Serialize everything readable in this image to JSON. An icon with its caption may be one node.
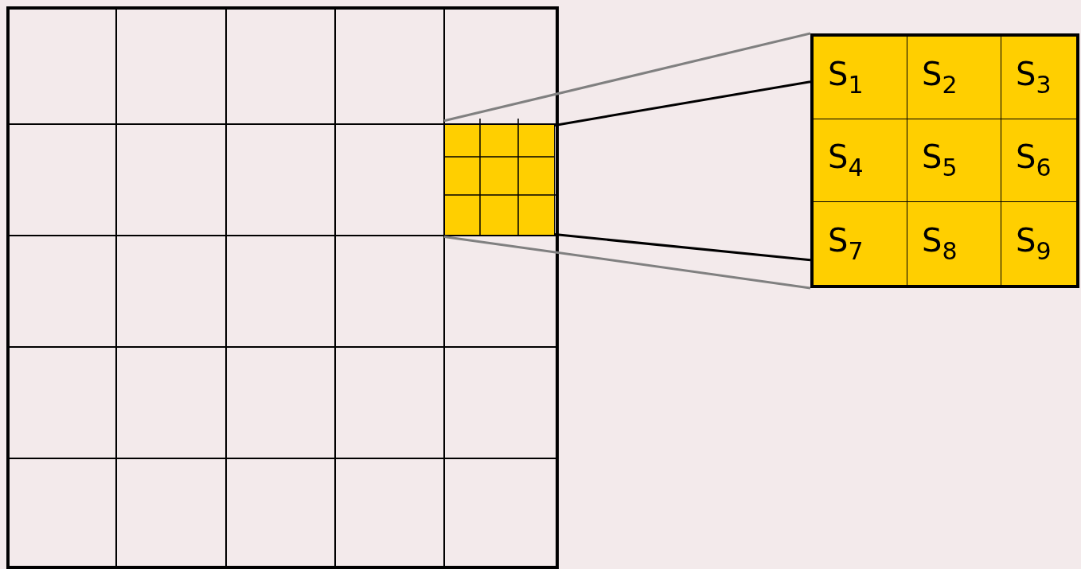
{
  "diagram": {
    "nodes": [
      {
        "text": [],
        "shape": "box"
      },
      {
        "text": [],
        "shape": "box"
      },
      {
        "text": [
          "S$_{1}$"
        ],
        "in": 1
      },
      {
        "text": [
          "S$_{2}$"
        ],
        "in": 1
      },
      {
        "text": [
          "S$_{3}$"
        ],
        "in": 1
      },
      {
        "text": [
          "S$_{4}$"
        ],
        "in": 1
      },
      {
        "text": [
          "S$_{5}$"
        ],
        "in": 1
      },
      {
        "text": [
          "S$_{6}$"
        ],
        "in": 1
      },
      {
        "text": [
          "S$_{7}$"
        ],
        "in": 1
      },
      {
        "text": [
          "S$_{8}$"
        ],
        "in": 1
      },
      {
        "text": [
          "S$_{9}$"
        ],
        "in": 1
      }
    ],
    "edges": [
      {
        "from": 0,
        "to": 1,
        "arrow": "none",
        "color": "#808080"
      },
      {
        "from": 0,
        "to": 1,
        "arrow": "none",
        "color": "#000000"
      },
      {
        "from": 0,
        "to": 1,
        "arrow": "none",
        "color": "#000000"
      },
      {
        "from": 0,
        "to": 1,
        "arrow": "none",
        "color": "#808080"
      }
    ]
  }
}
